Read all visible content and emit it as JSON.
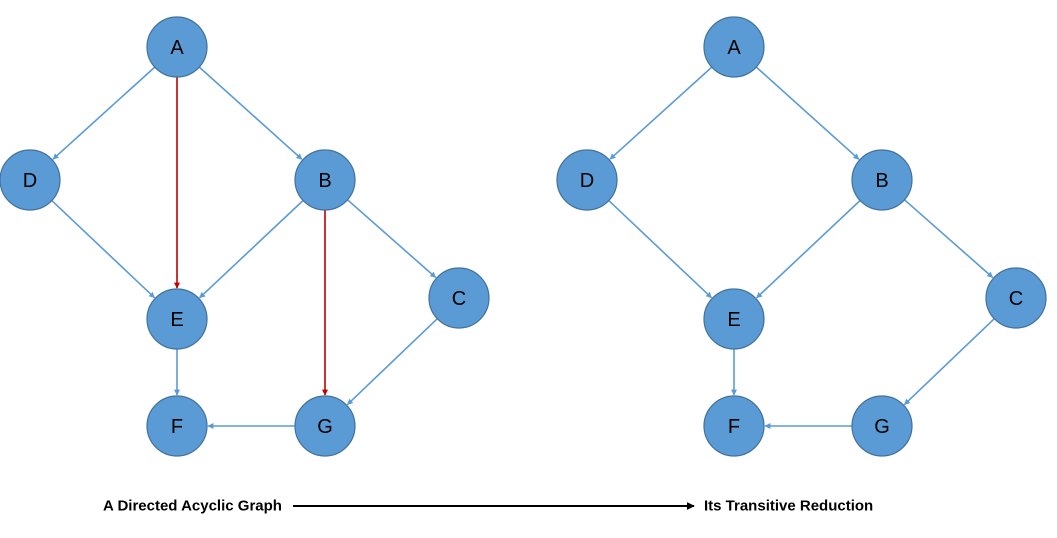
{
  "colors": {
    "node_fill": "#5b9bd5",
    "node_stroke": "#41719c",
    "edge": "#5b9bd5",
    "highlight_edge": "#c00000",
    "connector": "#000000"
  },
  "graphs": [
    {
      "nodes": [
        "A",
        "D",
        "B",
        "E",
        "C",
        "F",
        "G"
      ],
      "edges": [
        {
          "from": "A",
          "to": "D",
          "highlight": false
        },
        {
          "from": "A",
          "to": "B",
          "highlight": false
        },
        {
          "from": "A",
          "to": "E",
          "highlight": true
        },
        {
          "from": "D",
          "to": "E",
          "highlight": false
        },
        {
          "from": "B",
          "to": "E",
          "highlight": false
        },
        {
          "from": "B",
          "to": "C",
          "highlight": false
        },
        {
          "from": "B",
          "to": "G",
          "highlight": true
        },
        {
          "from": "E",
          "to": "F",
          "highlight": false
        },
        {
          "from": "C",
          "to": "G",
          "highlight": false
        },
        {
          "from": "G",
          "to": "F",
          "highlight": false
        }
      ]
    },
    {
      "nodes": [
        "A",
        "D",
        "B",
        "E",
        "C",
        "F",
        "G"
      ],
      "edges": [
        {
          "from": "A",
          "to": "D",
          "highlight": false
        },
        {
          "from": "A",
          "to": "B",
          "highlight": false
        },
        {
          "from": "D",
          "to": "E",
          "highlight": false
        },
        {
          "from": "B",
          "to": "E",
          "highlight": false
        },
        {
          "from": "B",
          "to": "C",
          "highlight": false
        },
        {
          "from": "E",
          "to": "F",
          "highlight": false
        },
        {
          "from": "C",
          "to": "G",
          "highlight": false
        },
        {
          "from": "G",
          "to": "F",
          "highlight": false
        }
      ]
    }
  ],
  "captions": {
    "left": "A Directed Acyclic Graph",
    "right": "Its Transitive Reduction"
  }
}
